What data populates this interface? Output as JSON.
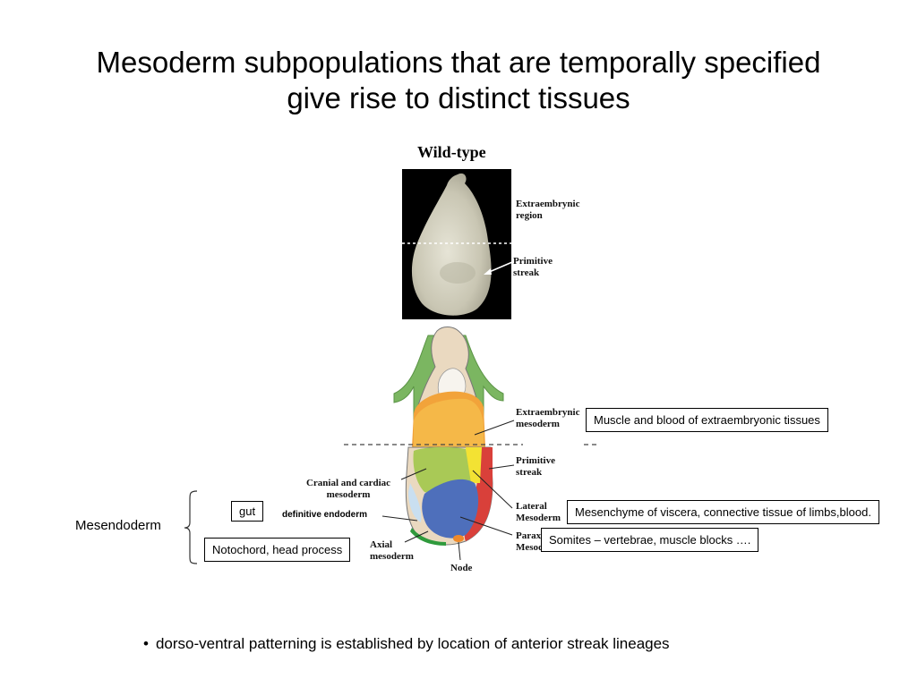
{
  "slide": {
    "title_line1": "Mesoderm subpopulations that are temporally specified",
    "title_line2": "give rise to distinct tissues",
    "bullet": "dorso-ventral patterning is established by location of anterior streak lineages"
  },
  "figure": {
    "heading": "Wild-type",
    "photo_labels": {
      "extraembryonic_1": "Extraembrynic",
      "extraembryonic_2": "region",
      "primitive_1": "Primitive",
      "primitive_2": "streak"
    },
    "diagram_labels": {
      "extraembryonic_mesoderm_1": "Extraembrynic",
      "extraembryonic_mesoderm_2": "mesoderm",
      "primitive_1": "Primitive",
      "primitive_2": "streak",
      "cranial_1": "Cranial and cardiac",
      "cranial_2": "mesoderm",
      "lateral_1": "Lateral",
      "lateral_2": "Mesoderm",
      "paraxial_1": "Paraxial",
      "paraxial_2": "Mesoderm",
      "axial_1": "Axial",
      "axial_2": "mesoderm",
      "node": "Node"
    }
  },
  "annotations": {
    "extraembryonic_tissues": "Muscle and blood of extraembryonic tissues",
    "lateral_fate": "Mesenchyme of viscera, connective tissue of limbs,blood.",
    "paraxial_fate": "Somites – vertebrae, muscle blocks ….",
    "gut": "gut",
    "definitive_endoderm": "definitive endoderm",
    "axial_fate": "Notochord, head process",
    "mesendoderm": "Mesendoderm"
  }
}
